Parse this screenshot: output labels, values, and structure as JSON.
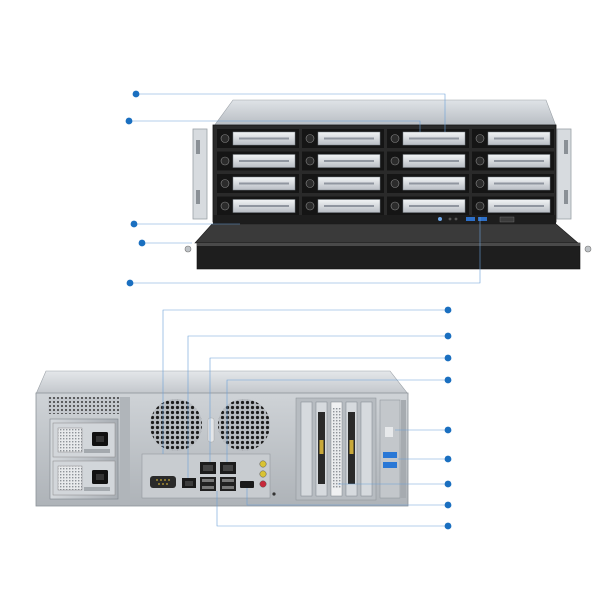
{
  "figure": {
    "front_label": "",
    "rear_label": "",
    "drive_bays": {
      "rows": 4,
      "columns": 4
    },
    "rear_labels": {
      "power": "",
      "console": "",
      "mgmt": "",
      "usb": "",
      "audio": "",
      "hdmi": "",
      "pcie": ""
    },
    "callouts": [
      {
        "name": "front-callout-1"
      },
      {
        "name": "front-callout-2"
      },
      {
        "name": "front-callout-3"
      },
      {
        "name": "front-callout-4"
      },
      {
        "name": "front-callout-5"
      },
      {
        "name": "rear-callout-1"
      },
      {
        "name": "rear-callout-2"
      },
      {
        "name": "rear-callout-3"
      },
      {
        "name": "rear-callout-4"
      },
      {
        "name": "rear-callout-5"
      },
      {
        "name": "rear-callout-6"
      },
      {
        "name": "rear-callout-7"
      },
      {
        "name": "rear-callout-8"
      },
      {
        "name": "rear-callout-9"
      }
    ],
    "colors": {
      "callout": "#1a6fc0",
      "chassis_dark": "#1f1f1f",
      "chassis_silver": "#c9cdd1",
      "accent_blue": "#2a78d6"
    }
  }
}
